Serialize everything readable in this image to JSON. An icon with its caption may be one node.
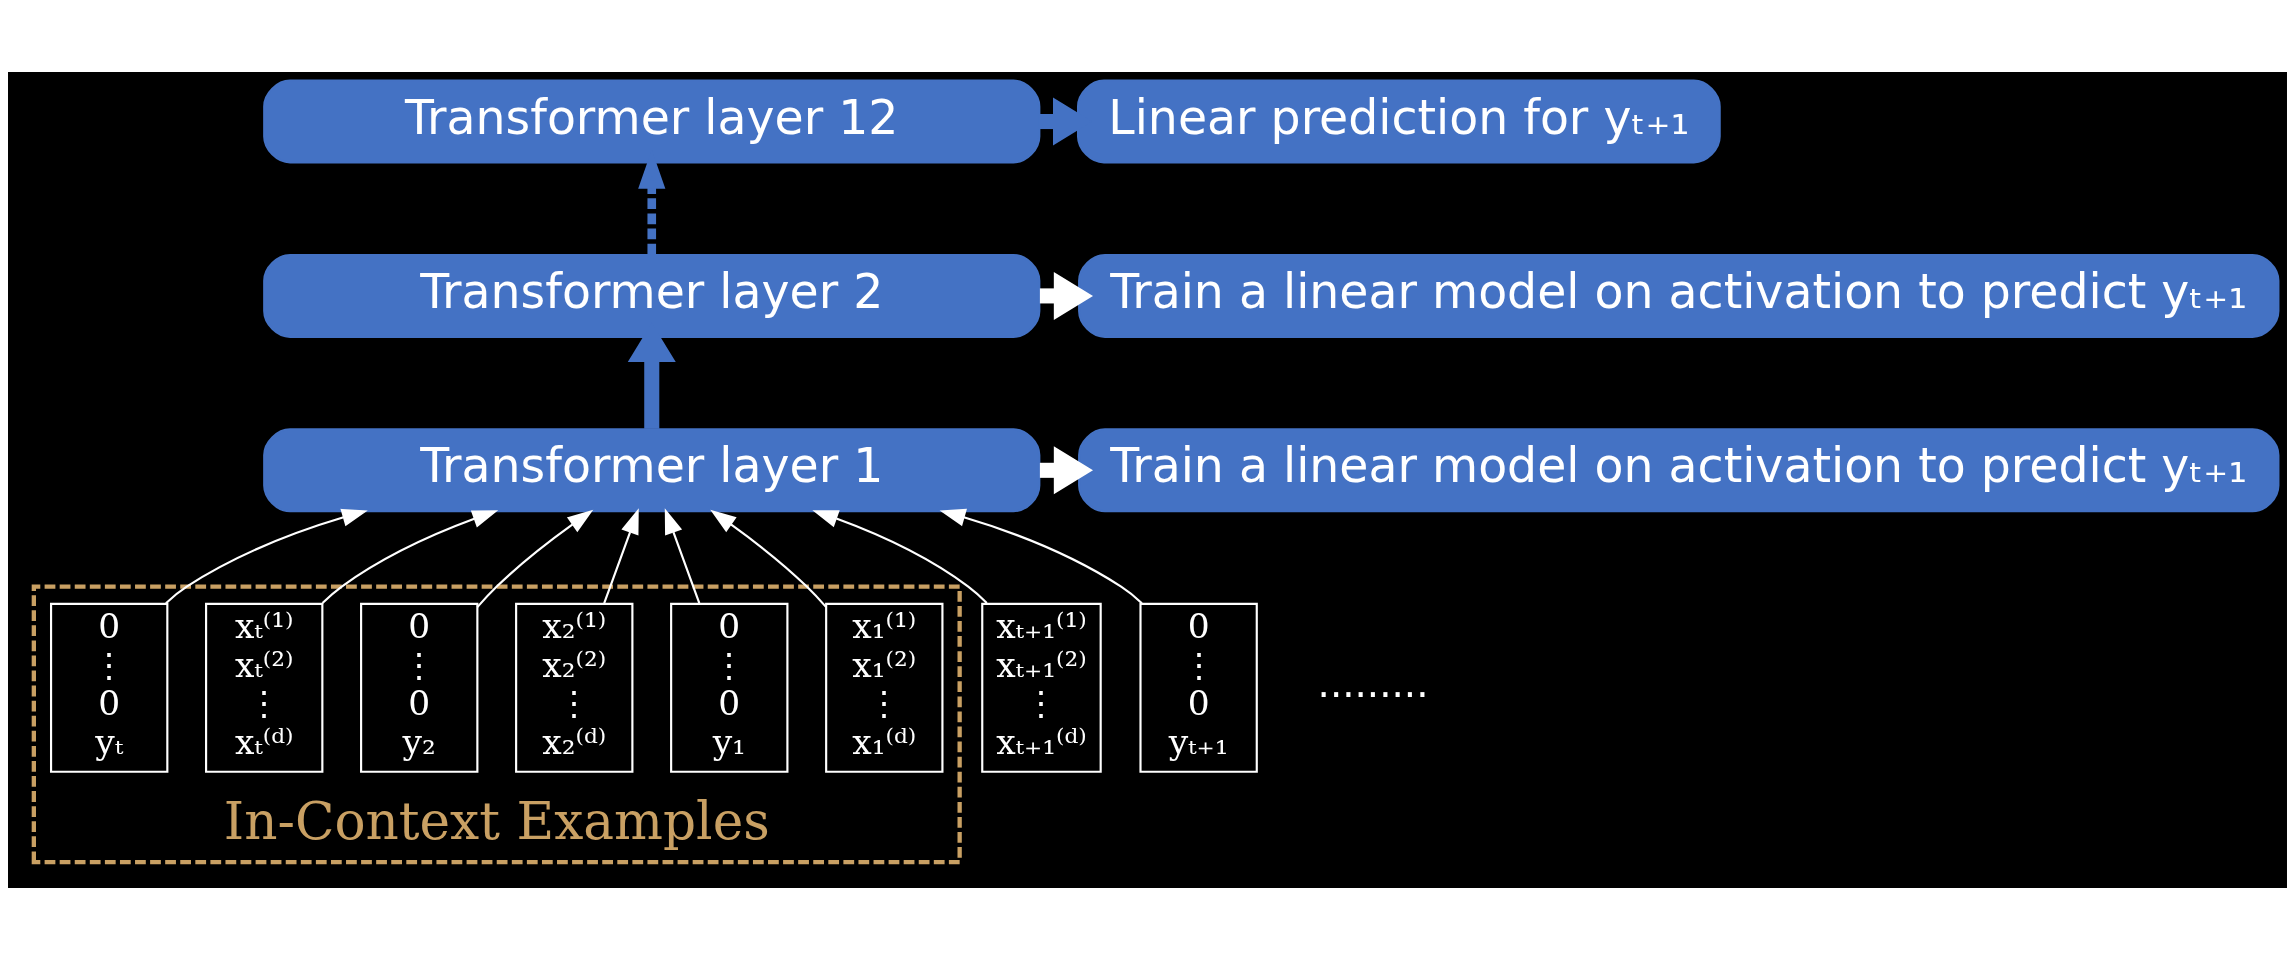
{
  "diagram": {
    "nodes": [
      {
        "text": [
          "Transformer layer 12"
        ]
      },
      {
        "text": [
          "Linear prediction for yₜ₊₁"
        ]
      },
      {
        "text": [
          "Transformer layer 2"
        ]
      },
      {
        "text": [
          "Train a linear model on activation to predict yₜ₊₁"
        ]
      },
      {
        "text": [
          "Transformer layer 1"
        ]
      },
      {
        "text": [
          "Train a linear model on activation to predict yₜ₊₁"
        ]
      },
      {
        "text": [
          "In-Context Examples"
        ]
      },
      {
        "text": [
          "x₁⁽¹⁾",
          "x₁⁽²⁾",
          "⋮",
          "x₁⁽ᵈ⁾"
        ],
        "in": 6
      },
      {
        "text": [
          "0",
          "⋮",
          "0",
          "y₁"
        ],
        "in": 6
      },
      {
        "text": [
          "x₂⁽¹⁾",
          "x₂⁽²⁾",
          "⋮",
          "x₂⁽ᵈ⁾"
        ],
        "in": 6
      },
      {
        "text": [
          "0",
          "⋮",
          "0",
          "y₂"
        ],
        "in": 6
      },
      {
        "text": [
          "xₜ⁽¹⁾",
          "xₜ⁽²⁾",
          "⋮",
          "xₜ⁽ᵈ⁾"
        ],
        "in": 6
      },
      {
        "text": [
          "0",
          "⋮",
          "0",
          "yₜ"
        ],
        "in": 6
      },
      {
        "text": [
          "xₜ₊₁⁽¹⁾",
          "xₜ₊₁⁽²⁾",
          "⋮",
          "xₜ₊₁⁽ᵈ⁾"
        ]
      },
      {
        "text": [
          "0",
          "⋮",
          "0",
          "yₜ₊₁"
        ]
      }
    ],
    "edges": [
      {
        "from": 4,
        "to": 2,
        "arrow": "to",
        "style": "thick",
        "color": "#4472c4"
      },
      {
        "from": 2,
        "to": 0,
        "arrow": "to",
        "style": "dashed",
        "color": "#4472c4"
      },
      {
        "from": 0,
        "to": 1,
        "arrow": "to",
        "style": "thick",
        "color": "#4472c4"
      },
      {
        "from": 2,
        "to": 3,
        "arrow": "to",
        "style": "thick"
      },
      {
        "from": 4,
        "to": 5,
        "arrow": "to",
        "style": "thick"
      },
      {
        "from": 7,
        "to": 4,
        "arrow": "to"
      },
      {
        "from": 8,
        "to": 4,
        "arrow": "to"
      },
      {
        "from": 9,
        "to": 4,
        "arrow": "to"
      },
      {
        "from": 10,
        "to": 4,
        "arrow": "to"
      },
      {
        "from": 11,
        "to": 4,
        "arrow": "to"
      },
      {
        "from": 12,
        "to": 4,
        "arrow": "to"
      },
      {
        "from": 13,
        "to": 4,
        "arrow": "to"
      },
      {
        "from": 14,
        "to": 4,
        "arrow": "to"
      }
    ],
    "labels": [
      "........."
    ]
  }
}
